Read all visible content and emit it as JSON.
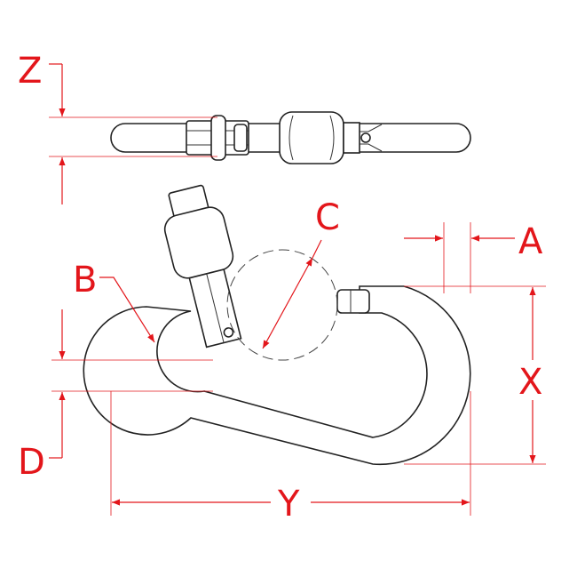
{
  "labels": {
    "z": "Z",
    "a": "A",
    "b": "B",
    "c": "C",
    "d": "D",
    "x": "X",
    "y": "Y"
  },
  "colors": {
    "dimension": "#e3161b",
    "outline": "#222222"
  }
}
